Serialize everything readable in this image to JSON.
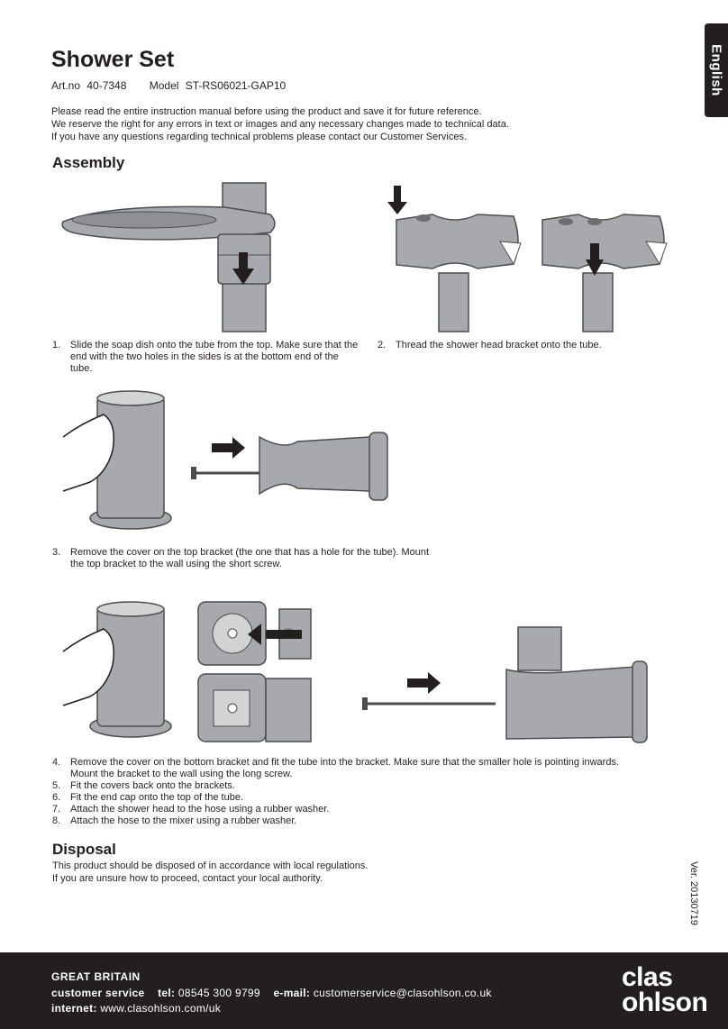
{
  "language_tab": "English",
  "title": "Shower Set",
  "art_no": {
    "label": "Art.no",
    "value": "40-7348"
  },
  "model": {
    "label": "Model",
    "value": "ST-RS06021-GAP10"
  },
  "intro": [
    "Please read the entire instruction manual before using the product and save it for future reference.",
    "We reserve the right for any errors in text or images and any necessary changes made to technical data.",
    "If you have any questions regarding technical problems please contact our Customer Services."
  ],
  "assembly": {
    "heading": "Assembly",
    "steps": [
      {
        "num": "1.",
        "text": "Slide the soap dish onto the tube from the top. Make sure that the end with the two holes in the sides is at the bottom end of the tube."
      },
      {
        "num": "2.",
        "text": "Thread the shower head bracket onto the tube."
      },
      {
        "num": "3.",
        "text": "Remove the cover on the top bracket (the one that has a hole for the tube). Mount the top bracket to the wall using the short screw."
      },
      {
        "num": "4.",
        "text": "Remove the cover on the bottom bracket and fit the tube into the bracket. Make sure that the smaller hole is pointing inwards. Mount the bracket to the wall using the long screw."
      },
      {
        "num": "5.",
        "text": "Fit the covers back onto the brackets."
      },
      {
        "num": "6.",
        "text": "Fit the end cap onto the top of the tube."
      },
      {
        "num": "7.",
        "text": "Attach the shower head to the hose using a rubber washer."
      },
      {
        "num": "8.",
        "text": "Attach the hose to the mixer using a rubber washer."
      }
    ]
  },
  "disposal": {
    "heading": "Disposal",
    "lines": [
      "This product should be disposed of in accordance with local regulations.",
      "If you are unsure how to proceed, contact your local authority."
    ]
  },
  "version": "Ver. 20130719",
  "footer": {
    "country": "GREAT BRITAIN",
    "customer_service_label": "customer service",
    "tel_label": "tel:",
    "tel_value": "08545 300 9799",
    "email_label": "e-mail:",
    "email_value": "customerservice@clasohlson.co.uk",
    "internet_label": "internet:",
    "internet_value": "www.clasohlson.com/uk",
    "logo_line1": "clas",
    "logo_line2": "ohlson"
  },
  "colors": {
    "dark": "#231f20",
    "part_grey": "#a7a9ac",
    "outline": "#4d4d4f"
  }
}
